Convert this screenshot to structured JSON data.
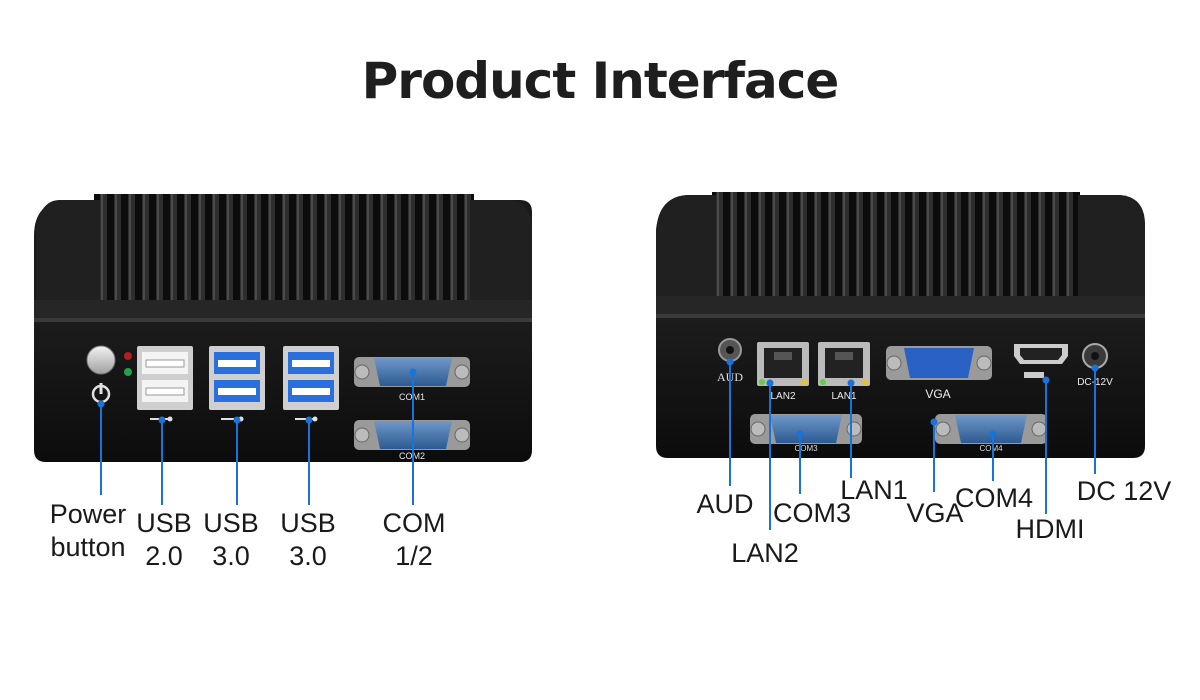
{
  "title": "Product Interface",
  "front": {
    "port_marks": {
      "com1": "COM1",
      "com2": "COM2"
    },
    "labels": {
      "power": [
        "Power",
        "button"
      ],
      "usb20": [
        "USB",
        "2.0"
      ],
      "usb30a": [
        "USB",
        "3.0"
      ],
      "usb30b": [
        "USB",
        "3.0"
      ],
      "com": [
        "COM",
        "1/2"
      ]
    }
  },
  "rear": {
    "port_marks": {
      "aud": "AUD",
      "lan2": "LAN2",
      "lan1": "LAN1",
      "vga": "VGA",
      "com3": "COM3",
      "com4": "COM4",
      "dc": "DC-12V"
    },
    "labels": {
      "aud": "AUD",
      "lan2": "LAN2",
      "com3": "COM3",
      "lan1": "LAN1",
      "vga": "VGA",
      "com4": "COM4",
      "hdmi": "HDMI",
      "dc": "DC 12V"
    }
  },
  "colors": {
    "callout": "#1a73d9",
    "chassis": "#141414",
    "usb3": "#2a6fdb",
    "serial": "#3a6ea8"
  }
}
